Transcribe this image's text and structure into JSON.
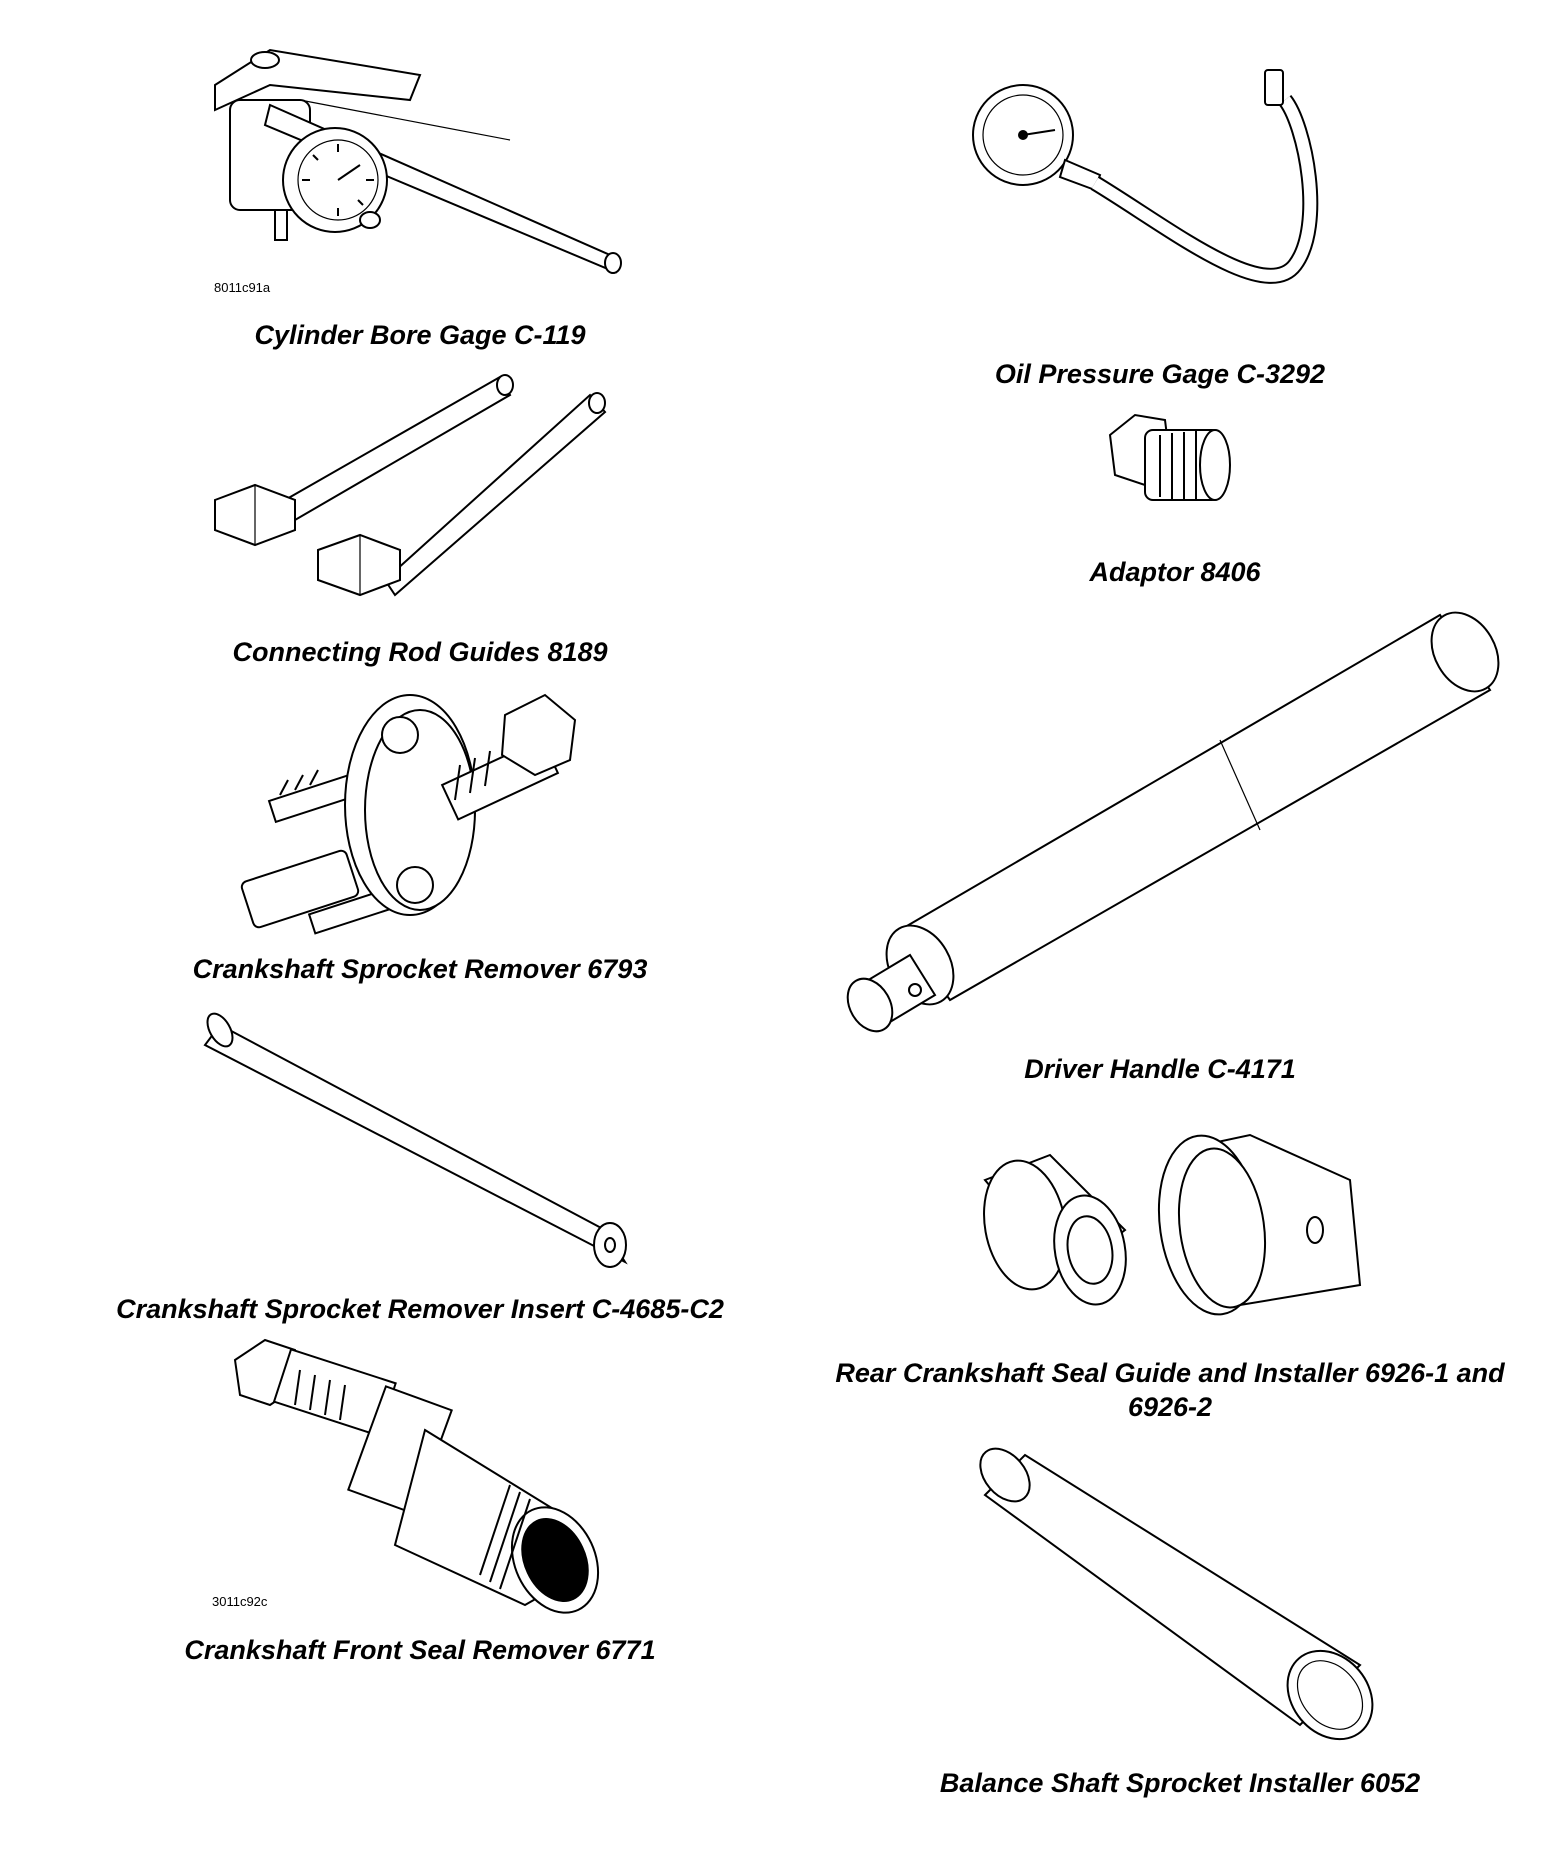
{
  "tools": {
    "cylinder_bore_gage": {
      "caption": "Cylinder Bore Gage C-119",
      "figure_code": "8011c91a"
    },
    "oil_pressure_gage": {
      "caption": "Oil Pressure Gage C-3292"
    },
    "connecting_rod_guides": {
      "caption": "Connecting Rod Guides 8189"
    },
    "adaptor": {
      "caption": "Adaptor 8406"
    },
    "crankshaft_sprocket_remover": {
      "caption": "Crankshaft Sprocket Remover 6793"
    },
    "driver_handle": {
      "caption": "Driver Handle C-4171"
    },
    "crankshaft_sprocket_remover_insert": {
      "caption": "Crankshaft Sprocket Remover Insert C-4685-C2"
    },
    "rear_crankshaft_seal_guide": {
      "caption_line1": "Rear Crankshaft Seal Guide and Installer 6926-1 and",
      "caption_line2": "6926-2"
    },
    "crankshaft_front_seal_remover": {
      "caption": "Crankshaft Front Seal Remover 6771",
      "figure_code": "3011c92c"
    },
    "balance_shaft_sprocket_installer": {
      "caption": "Balance Shaft Sprocket Installer 6052"
    }
  }
}
